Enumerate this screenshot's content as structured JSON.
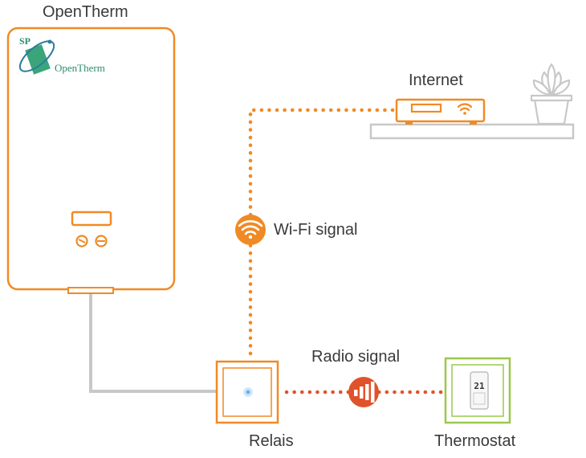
{
  "labels": {
    "boiler": "OpenTherm",
    "internet": "Internet",
    "wifi": "Wi-Fi signal",
    "radio": "Radio signal",
    "relais": "Relais",
    "thermostat": "Thermostat"
  },
  "logo": {
    "sp": "SP",
    "name": "OpenTherm"
  },
  "thermostat_display": "21",
  "colors": {
    "orange": "#F08A24",
    "radio_dots": "#E0532A",
    "grey": "#C8C8C8",
    "green": "#9CC84A"
  }
}
